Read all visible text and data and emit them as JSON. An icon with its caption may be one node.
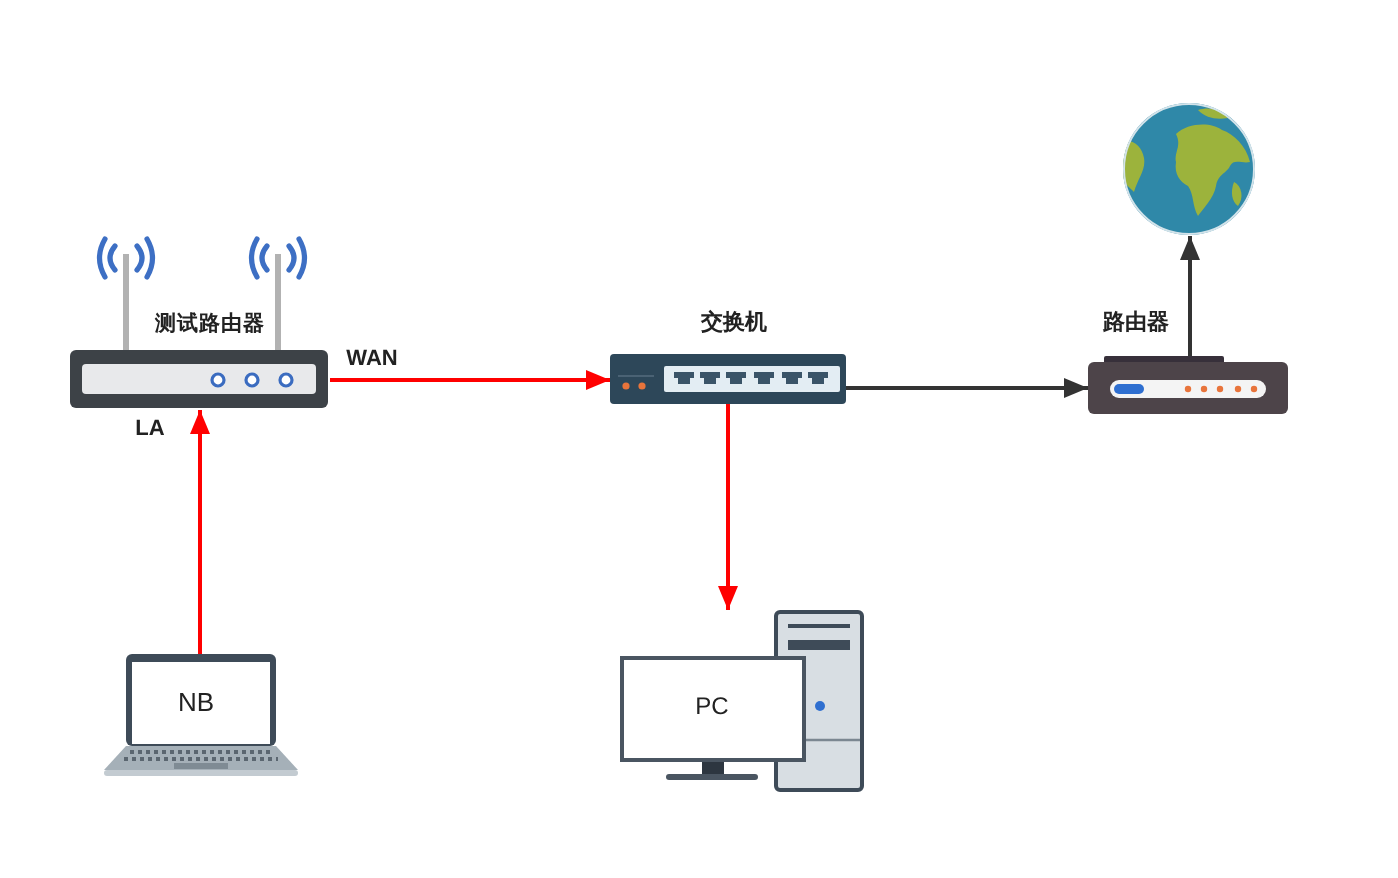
{
  "diagram": {
    "nodes": [
      {
        "text": [
          "测试路由器"
        ],
        "beside": [
          "WAN",
          "LA"
        ]
      },
      {
        "text": [
          "交换机"
        ]
      },
      {
        "text": [
          "路由器"
        ]
      },
      {
        "text": [],
        "shape": "picture"
      },
      {
        "text": [
          "NB"
        ]
      },
      {
        "text": [
          "PC"
        ]
      }
    ],
    "edges": [
      {
        "from": 4,
        "to": 0,
        "arrow": "to"
      },
      {
        "from": 0,
        "to": 1,
        "arrow": "to"
      },
      {
        "from": 1,
        "to": 5,
        "arrow": "to"
      },
      {
        "from": 1,
        "to": 2,
        "arrow": "to",
        "color": "#333333"
      },
      {
        "from": 2,
        "to": 3,
        "arrow": "to",
        "color": "#333333"
      }
    ]
  }
}
